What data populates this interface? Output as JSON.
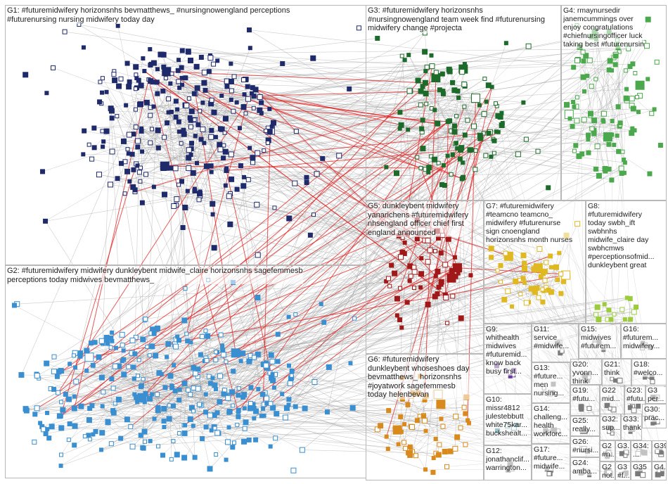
{
  "graph": {
    "groups": [
      {
        "id": "G1",
        "label": "G1: #futuremidwifery horizonsnhs bevmatthews_ #nursingnowengland perceptions\n#futurenursing nursing midwifery today day",
        "color": "#1f2a6b"
      },
      {
        "id": "G2",
        "label": "G2: #futuremidwifery midwifery dunkleybent midwife_claire horizonsnhs sagefemmesb\nperceptions today midwives bevmatthews_",
        "color": "#3a8fd0"
      },
      {
        "id": "G3",
        "label": "G3: #futuremidwifery horizonsnhs\n#nursingnowengland team week find #futurenursing\nmidwifery change #projecta",
        "color": "#1d6b2a"
      },
      {
        "id": "G4",
        "label": "G4: rmaynursedir\njanemcummings over\nenjoy congratulations\n#chiefnursingofficer luck\ntaking best #futurenursin",
        "color": "#4ca84c"
      },
      {
        "id": "G5",
        "label": "G5: dunkleybent midwifery\nyanarichens #futuremidwifery\nnhsengland officer chief first\nengland announced",
        "color": "#a01818"
      },
      {
        "id": "G6",
        "label": "G6: #futuremidwifery\ndunkleybent whoseshoes day\nbevmatthews_ horizonsnhs\n#joyatwork sagefemmesb\ntoday helenbevan",
        "color": "#d98a1c"
      },
      {
        "id": "G7",
        "label": "G7: #futuremidwifery\n#teamcno teamcno_\nmidwifery #futurenurse\nsign cnoengland\nhorizonsnhs month nurses",
        "color": "#e0b820"
      },
      {
        "id": "G8",
        "label": "G8:\n#futuremidwifery\ntoday swbh_ift\nswbhnhs\nmidwife_claire day\nswbhcmws\n#perceptionsofmid...\ndunkleybent great",
        "color": "#9ccc3c"
      },
      {
        "id": "G9",
        "label": "G9:\nwhithealth\nmidwives\n#futuremid...\nknow back\nbusy first...",
        "color": "#6a3d9a"
      },
      {
        "id": "G10",
        "label": "G10:\nmissr4812\njulestebbutt\nwhite75kar...\nbuckshealt...",
        "color": "#2a7f8f"
      },
      {
        "id": "G11",
        "label": "G11:\nservice\n#midwife...",
        "color": "#7a7a7a"
      },
      {
        "id": "G12",
        "label": "G12:\njonathanclif...\nwarrington...",
        "color": "#7a7a7a"
      },
      {
        "id": "G13",
        "label": "G13:\n#future...\nmen\nnursing...",
        "color": "#7a7a7a"
      },
      {
        "id": "G14",
        "label": "G14:\nchalleng...\nhealth\nworkforc...",
        "color": "#7a7a7a"
      },
      {
        "id": "G15",
        "label": "G15:\nmidwives\n#futurem...",
        "color": "#7a7a7a"
      },
      {
        "id": "G16",
        "label": "G16:\n#futurem...\nmidwifery...",
        "color": "#7a7a7a"
      },
      {
        "id": "G17",
        "label": "G17:\n#future...\nmidwife...",
        "color": "#7a7a7a"
      },
      {
        "id": "G18",
        "label": "G18:\n#welco...",
        "color": "#7a7a7a"
      },
      {
        "id": "G19",
        "label": "G19:\n#futu...",
        "color": "#7a7a7a"
      },
      {
        "id": "G20",
        "label": "G20:\nyvonn...\nthink",
        "color": "#7a7a7a"
      },
      {
        "id": "G21",
        "label": "G21:\nthink",
        "color": "#7a7a7a"
      },
      {
        "id": "G22",
        "label": "G22\nmid...",
        "color": "#7a7a7a"
      },
      {
        "id": "G23",
        "label": "G23:\n#futu...",
        "color": "#7a7a7a"
      },
      {
        "id": "G24",
        "label": "G24:\namba...",
        "color": "#7a7a7a"
      },
      {
        "id": "G25",
        "label": "G25:\nreally...",
        "color": "#7a7a7a"
      },
      {
        "id": "G26",
        "label": "G26:\n#nursi...",
        "color": "#7a7a7a"
      },
      {
        "id": "G27",
        "label": "G2\n#n...",
        "color": "#7a7a7a"
      },
      {
        "id": "G28",
        "label": "G2\nnot...",
        "color": "#7a7a7a"
      },
      {
        "id": "G29",
        "label": "G3\n#f...",
        "color": "#7a7a7a"
      },
      {
        "id": "G30",
        "label": "G30:\nprac...",
        "color": "#7a7a7a"
      },
      {
        "id": "G31",
        "label": "G3\nper...",
        "color": "#7a7a7a"
      },
      {
        "id": "G32",
        "label": "G32:\nsup...",
        "color": "#7a7a7a"
      },
      {
        "id": "G33",
        "label": "G33:\nthank",
        "color": "#7a7a7a"
      },
      {
        "id": "G34",
        "label": "G34:\n...",
        "color": "#7a7a7a"
      },
      {
        "id": "G35",
        "label": "G35",
        "color": "#7a7a7a"
      },
      {
        "id": "G36",
        "label": "G3...",
        "color": "#7a7a7a"
      },
      {
        "id": "G39",
        "label": "G39",
        "color": "#7a7a7a"
      },
      {
        "id": "G40",
        "label": "G4...",
        "color": "#7a7a7a"
      }
    ],
    "edge_colors": {
      "bundle": "#9a9a9a",
      "highlight": "#e02020"
    }
  }
}
